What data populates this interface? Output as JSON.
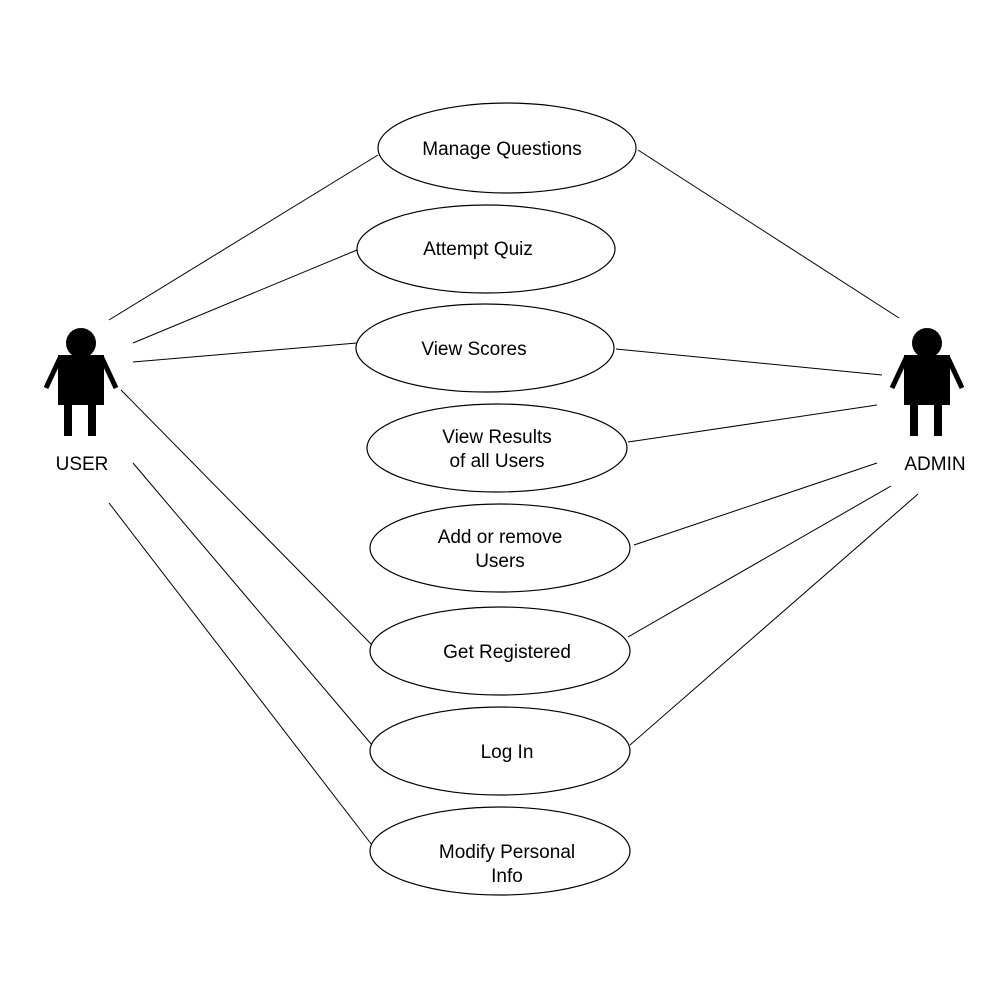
{
  "actors": {
    "user": {
      "label": "USER"
    },
    "admin": {
      "label": "ADMIN"
    }
  },
  "use_cases": {
    "manage_questions": {
      "line1": "Manage Questions",
      "line2": ""
    },
    "attempt_quiz": {
      "line1": "Attempt Quiz",
      "line2": ""
    },
    "view_scores": {
      "line1": "View Scores",
      "line2": ""
    },
    "view_results": {
      "line1": "View Results",
      "line2": "of all Users"
    },
    "add_remove_users": {
      "line1": "Add or remove",
      "line2": "Users"
    },
    "get_registered": {
      "line1": "Get Registered",
      "line2": ""
    },
    "log_in": {
      "line1": "Log In",
      "line2": ""
    },
    "modify_info": {
      "line1": "Modify Personal",
      "line2": "Info"
    }
  },
  "associations": {
    "user": [
      "manage_questions",
      "attempt_quiz",
      "view_scores",
      "get_registered",
      "log_in",
      "modify_info"
    ],
    "admin": [
      "manage_questions",
      "view_scores",
      "view_results",
      "add_remove_users",
      "get_registered",
      "log_in"
    ]
  },
  "colors": {
    "stroke": "#000000",
    "background": "#ffffff"
  }
}
